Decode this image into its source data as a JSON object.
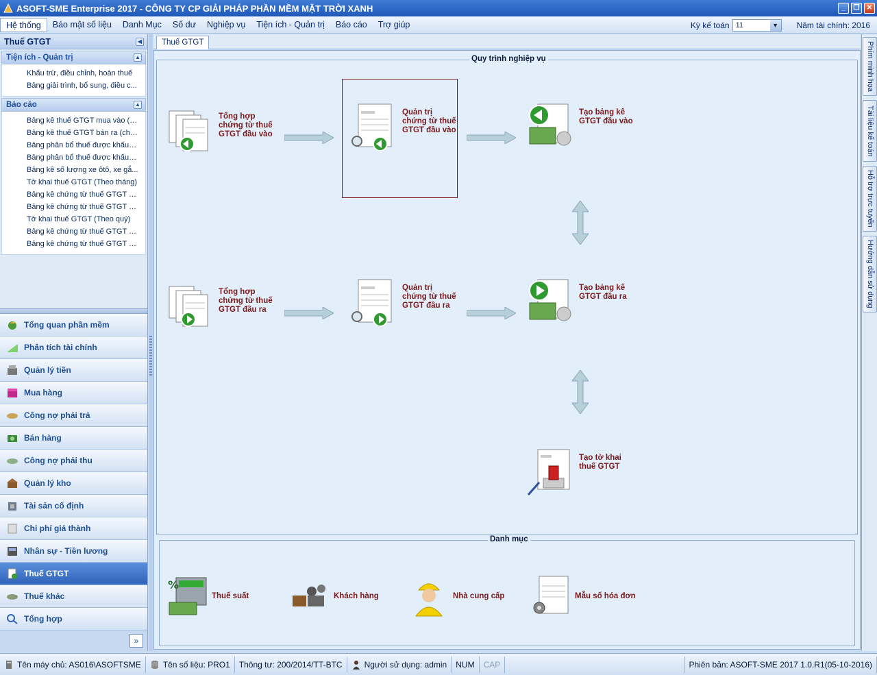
{
  "window": {
    "title": "ASOFT-SME Enterprise 2017 - CÔNG TY CP GIẢI PHÁP PHẦN MỀM MẶT TRỜI XANH"
  },
  "menu": [
    {
      "label": "Hệ thống"
    },
    {
      "label": "Báo mật số liệu"
    },
    {
      "label": "Danh Mục"
    },
    {
      "label": "Số dư"
    },
    {
      "label": "Nghiệp vụ"
    },
    {
      "label": "Tiện ích - Quản trị"
    },
    {
      "label": "Báo cáo"
    },
    {
      "label": "Trợ giúp"
    }
  ],
  "period": {
    "label": "Kỳ kế toán",
    "value": "11",
    "fiscal_year": "Năm tài chính: 2016"
  },
  "left_panel": {
    "title": "Thuế GTGT",
    "utilities": {
      "title": "Tiện ích - Quản trị",
      "items": [
        "Khấu trừ, điều chỉnh, hoàn thuế",
        "Bảng giải trình, bổ sung, điều c..."
      ]
    },
    "reports": {
      "title": "Báo cáo",
      "items": [
        "Bảng kê thuế GTGT mua vào (c...",
        "Bảng kê thuế GTGT bán ra (chi t...",
        "Bảng phân bổ thuế được khấu t...",
        "Bảng phân bổ thuế được khấu t...",
        "Bảng kê số lượng xe ôtô, xe gắ...",
        "Tờ khai thuế GTGT (Theo tháng)",
        "Bảng kê chứng từ thuế GTGT m...",
        "Bảng kê chứng từ thuế GTGT b...",
        "Tờ khai thuế GTGT (Theo quý)",
        "Bảng kê chứng từ thuế GTGT m...",
        "Bảng kê chứng từ thuế GTGT b..."
      ]
    },
    "modules": [
      {
        "label": "Tổng quan phần mềm",
        "icon": "overview-icon"
      },
      {
        "label": "Phân tích tài chính",
        "icon": "finance-chart-icon"
      },
      {
        "label": "Quản lý tiền",
        "icon": "cash-register-icon"
      },
      {
        "label": "Mua hàng",
        "icon": "purchase-box-icon"
      },
      {
        "label": "Công nợ phải trả",
        "icon": "payable-icon"
      },
      {
        "label": "Bán hàng",
        "icon": "sales-icon"
      },
      {
        "label": "Công nợ phải thu",
        "icon": "receivable-icon"
      },
      {
        "label": "Quản lý kho",
        "icon": "warehouse-icon"
      },
      {
        "label": "Tài sản cố định",
        "icon": "fixed-asset-icon"
      },
      {
        "label": "Chi phí giá thành",
        "icon": "cost-icon"
      },
      {
        "label": "Nhân sự - Tiền lương",
        "icon": "hr-payroll-icon"
      },
      {
        "label": "Thuế GTGT",
        "icon": "vat-icon"
      },
      {
        "label": "Thuế khác",
        "icon": "other-tax-icon"
      },
      {
        "label": "Tổng hợp",
        "icon": "summary-icon"
      }
    ]
  },
  "main": {
    "tab": "Thuế GTGT",
    "process_title": "Quy trình nghiệp vụ",
    "steps": {
      "in_collect": "Tổng hợp chứng từ thuế GTGT đầu vào",
      "in_manage": "Quản trị chứng từ thuế GTGT đầu vào",
      "in_report": "Tạo bảng kê GTGT đầu vào",
      "out_collect": "Tổng hợp chứng từ thuế GTGT đầu ra",
      "out_manage": "Quản trị chứng từ thuế GTGT đầu ra",
      "out_report": "Tạo bảng kê GTGT đầu ra",
      "declaration": "Tạo tờ khai thuế GTGT"
    },
    "catalog_title": "Danh mục",
    "catalog": [
      {
        "label": "Thuế suất",
        "icon": "tax-rate-icon"
      },
      {
        "label": "Khách hàng",
        "icon": "customer-icon"
      },
      {
        "label": "Nhà cung cấp",
        "icon": "supplier-icon"
      },
      {
        "label": "Mẫu số hóa đơn",
        "icon": "invoice-template-icon"
      }
    ]
  },
  "right_tabs": [
    "Phím minh họa",
    "Tài liệu kế toán",
    "Hỗ trợ trực tuyến",
    "Hướng dẫn sử dụng"
  ],
  "status": {
    "machine": "Tên máy chủ: AS016\\ASOFTSME",
    "database": "Tên số liệu: PRO1",
    "circular": "Thông tư: 200/2014/TT-BTC",
    "user": "Người sử dụng: admin",
    "num": "NUM",
    "cap": "CAP",
    "version": "Phiên bản: ASOFT-SME 2017 1.0.R1(05-10-2016)"
  },
  "colors": {
    "accent": "#2f62b9",
    "step_label": "#7a1a1a",
    "panel_bg": "#e3eefb"
  }
}
